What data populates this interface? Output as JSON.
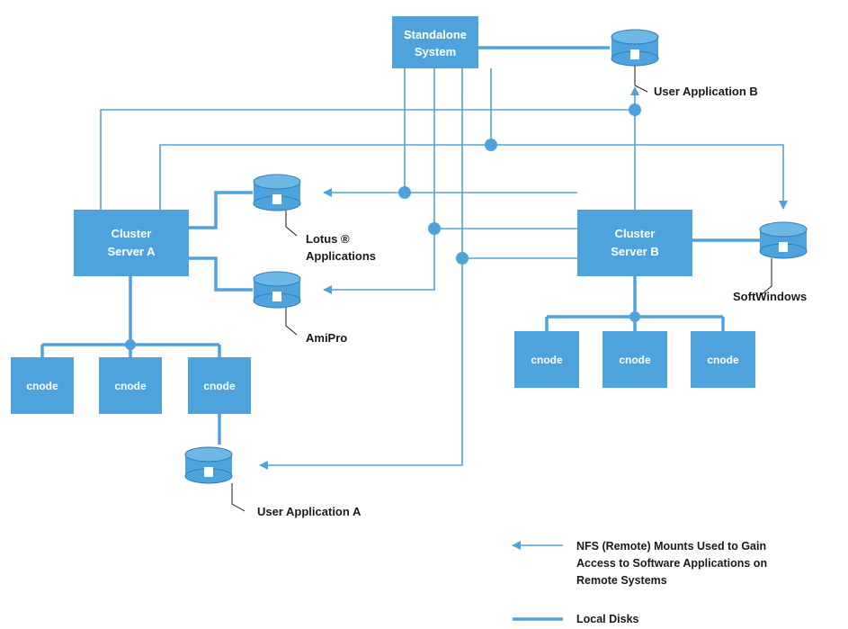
{
  "colors": {
    "box": "#4ea3dc",
    "line": "#4ea3dc",
    "text": "#1a1a1a",
    "box_text": "#ffffff"
  },
  "nodes": {
    "standalone": [
      "Standalone",
      "System"
    ],
    "server_a": [
      "Cluster",
      "Server A"
    ],
    "server_b": [
      "Cluster",
      "Server B"
    ],
    "cnode": "cnode"
  },
  "disks": {
    "user_app_b": "User Application B",
    "lotus": [
      "Lotus ®",
      "Applications"
    ],
    "amipro": "AmiPro",
    "softwindows": "SoftWindows",
    "user_app_a": "User Application A"
  },
  "legend": {
    "nfs": [
      "NFS (Remote) Mounts Used to Gain",
      "Access to Software Applications on",
      "Remote Systems"
    ],
    "local": "Local Disks"
  }
}
